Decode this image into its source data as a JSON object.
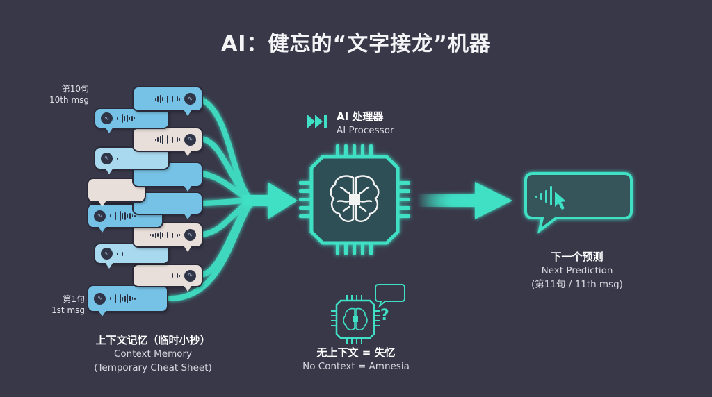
{
  "title": "AI：健忘的“文字接龙”机器",
  "colors": {
    "background": "#393849",
    "accent": "#3fe0c5",
    "bubble_blue": "#76c2e6",
    "bubble_light_blue": "#a9d9ef",
    "bubble_beige": "#e8dfdb"
  },
  "memory": {
    "top_label": {
      "zh": "第10句",
      "en": "10th msg"
    },
    "bottom_label": {
      "zh": "第1句",
      "en": "1st msg"
    },
    "caption": {
      "zh": "上下文记忆（临时小抄）",
      "en1": "Context Memory",
      "en2": "(Temporary Cheat Sheet)"
    },
    "bubbles": [
      {
        "side": "r",
        "color": "blue",
        "wave": [
          4,
          8,
          12,
          6,
          14,
          10,
          5,
          9,
          13,
          7,
          4
        ]
      },
      {
        "side": "l",
        "color": "blue",
        "wave": [
          4,
          9,
          13,
          7,
          11,
          5,
          8,
          3
        ]
      },
      {
        "side": "r",
        "color": "beige",
        "wave": [
          3,
          6,
          10,
          14,
          8,
          12,
          16,
          9,
          13,
          6,
          4
        ]
      },
      {
        "side": "l",
        "color": "light_blue",
        "wave": [
          3,
          3
        ]
      },
      {
        "side": "r",
        "color": "blue",
        "wave": []
      },
      {
        "side": "l",
        "color": "beige",
        "wave": []
      },
      {
        "side": "r",
        "color": "blue",
        "wave": []
      },
      {
        "side": "l",
        "color": "blue",
        "wave": [
          4,
          8,
          12,
          7,
          14,
          9,
          11,
          6,
          8,
          4,
          3
        ]
      },
      {
        "side": "r",
        "color": "beige",
        "wave": [
          3,
          4,
          8,
          5,
          10,
          7,
          14,
          9,
          6,
          8,
          5,
          4,
          3
        ]
      },
      {
        "side": "l",
        "color": "light_blue",
        "wave": [
          4,
          10,
          6
        ]
      },
      {
        "side": "r",
        "color": "beige",
        "wave": [
          3,
          6,
          10,
          6,
          3
        ]
      },
      {
        "side": "l",
        "color": "blue",
        "wave": [
          4,
          9,
          13,
          7,
          12,
          5,
          9,
          13,
          8,
          4,
          3
        ]
      }
    ]
  },
  "processor": {
    "icon": "fast-forward-icon",
    "title_zh": "AI 处理器",
    "title_en": "AI Processor"
  },
  "prediction": {
    "caption_zh": "下一个预测",
    "caption_en": "Next Prediction",
    "caption_sub": "(第11句 / 11th msg)"
  },
  "amnesia": {
    "caption_zh": "无上下文 = 失忆",
    "caption_en": "No Context = Amnesia",
    "question_mark": "?"
  }
}
